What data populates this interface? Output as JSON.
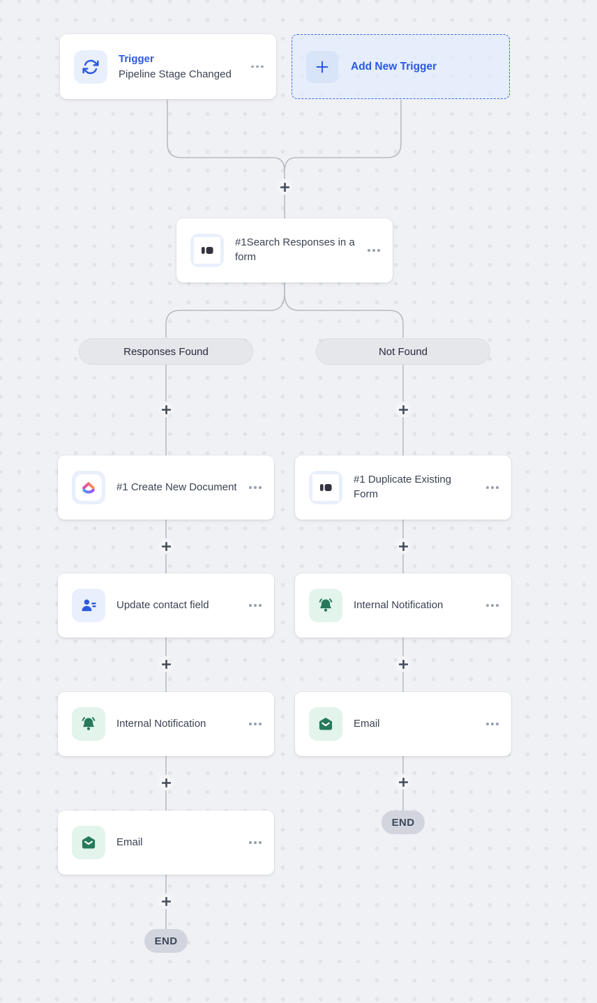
{
  "canvas": {
    "background": "#f0f1f5",
    "dot_color": "#e2e3e8",
    "connector_color": "#b8bbc3"
  },
  "colors": {
    "accent_blue": "#2b59e0",
    "icon_green": "#26795a",
    "tile_blue": "#e9effc",
    "tile_green": "#e2f4eb"
  },
  "trigger_card": {
    "label": "Trigger",
    "name": "Pipeline Stage Changed",
    "icon": "sync-icon"
  },
  "add_trigger_card": {
    "label": "Add New Trigger",
    "icon": "plus-icon"
  },
  "search_card": {
    "title": "#1Search Responses in a form",
    "icon": "form-icon"
  },
  "branches": {
    "left": {
      "label": "Responses Found",
      "steps": [
        {
          "title": "#1 Create New Document",
          "icon": "clickup-icon"
        },
        {
          "title": "Update contact field",
          "icon": "contact-icon"
        },
        {
          "title": "Internal Notification",
          "icon": "bell-icon"
        },
        {
          "title": "Email",
          "icon": "email-icon"
        }
      ],
      "end_label": "END"
    },
    "right": {
      "label": "Not Found",
      "steps": [
        {
          "title": "#1 Duplicate Existing Form",
          "icon": "form-icon"
        },
        {
          "title": "Internal Notification",
          "icon": "bell-icon"
        },
        {
          "title": "Email",
          "icon": "email-icon"
        }
      ],
      "end_label": "END"
    }
  }
}
